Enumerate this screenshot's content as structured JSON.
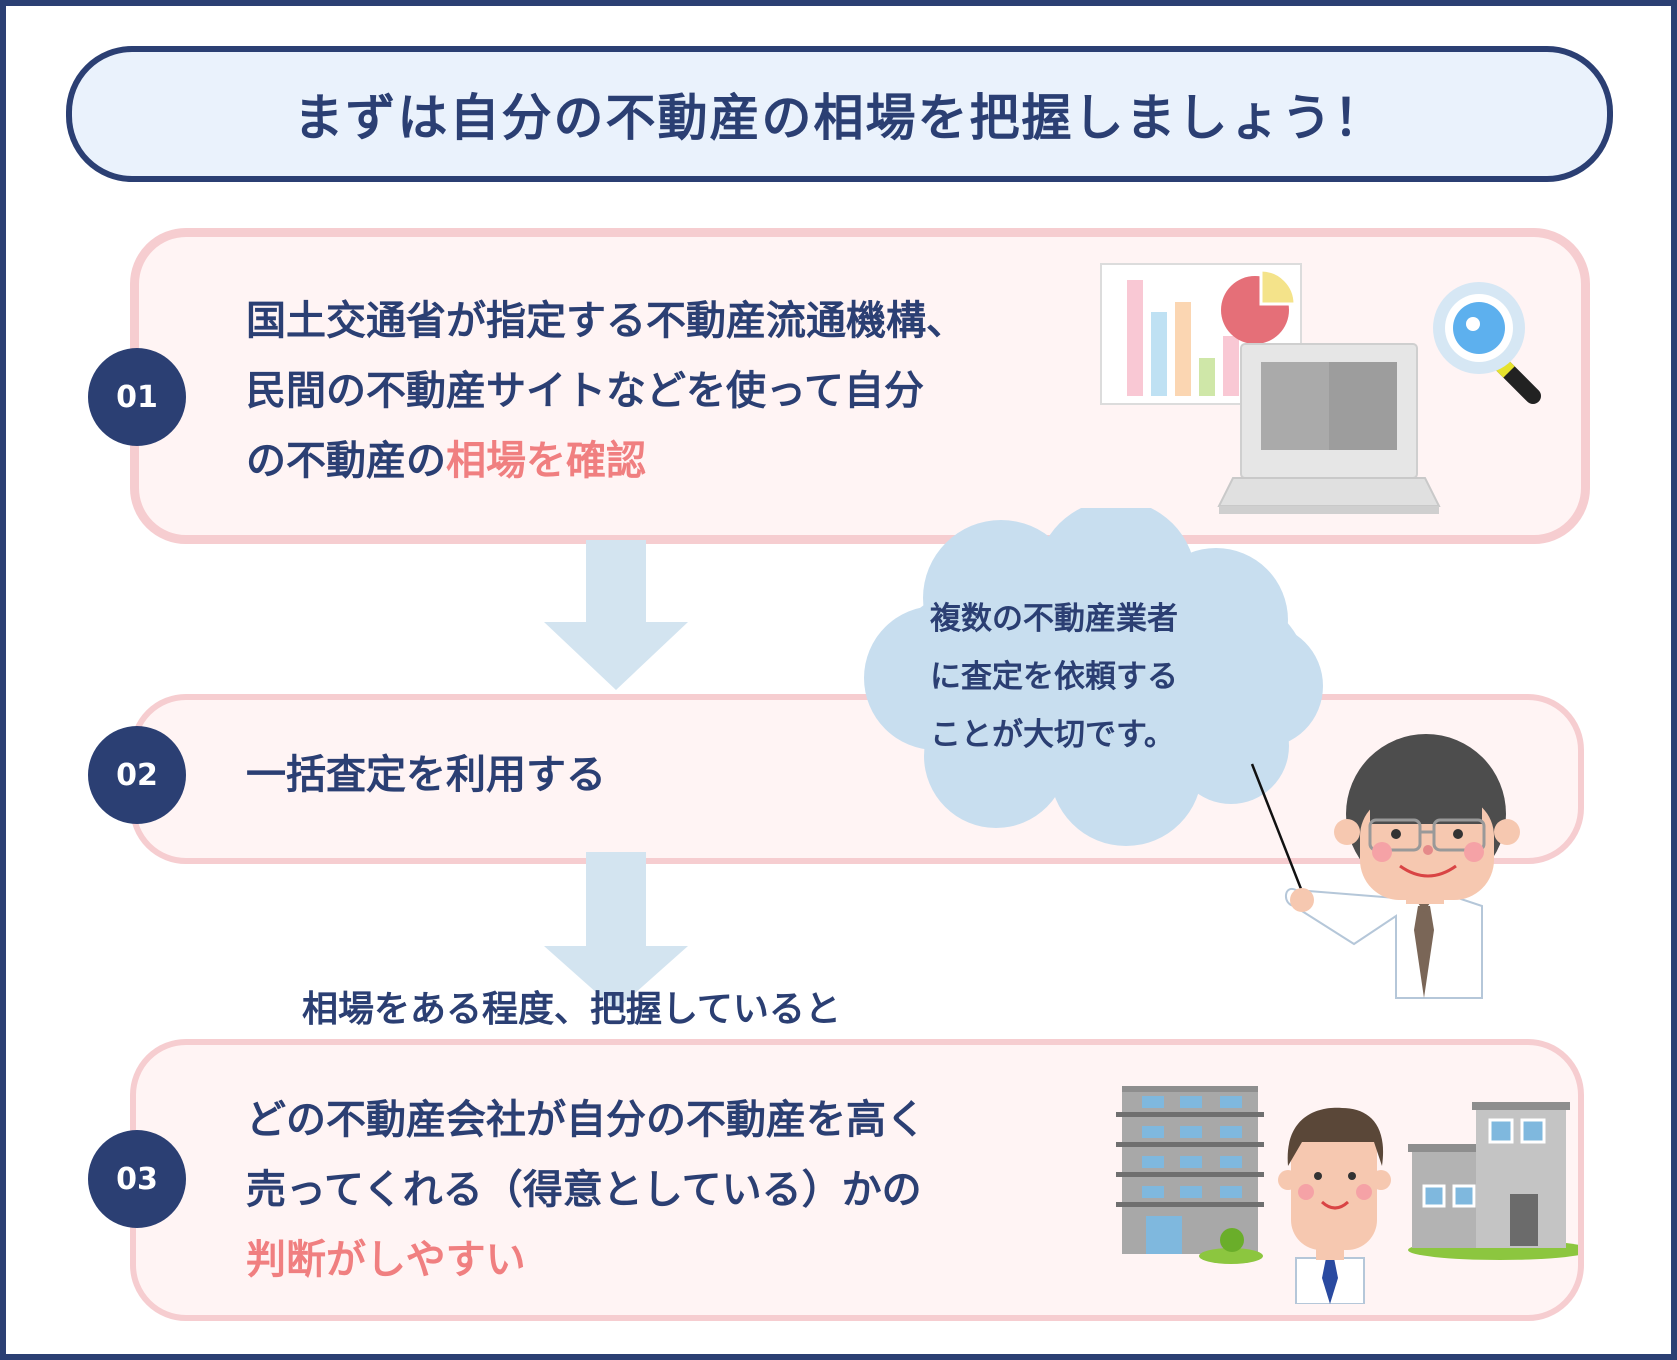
{
  "title": "まずは自分の不動産の相場を把握しましょう！",
  "steps": [
    {
      "number": "01",
      "lines": [
        "国土交通省が指定する不動産流通機構、",
        "民間の不動産サイトなどを使って自分"
      ],
      "last_line_plain": "の不動産の",
      "last_line_highlight": "相場を確認"
    },
    {
      "number": "02",
      "text": "一括査定を利用する"
    },
    {
      "number": "03",
      "lines": [
        "どの不動産会社が自分の不動産を高く",
        "売ってくれる（得意としている）かの"
      ],
      "highlight": "判断がしやすい"
    }
  ],
  "bubble": {
    "lines": [
      "複数の不動産業者",
      "に査定を依頼する",
      "ことが大切です。"
    ]
  },
  "between_note": "相場をある程度、把握していると",
  "colors": {
    "navy": "#2b3f73",
    "pink_border": "#f6cdd0",
    "pink_fill": "#fff4f4",
    "highlight": "#f07f80",
    "arrow": "#d3e4f0",
    "cloud": "#c8deef"
  }
}
